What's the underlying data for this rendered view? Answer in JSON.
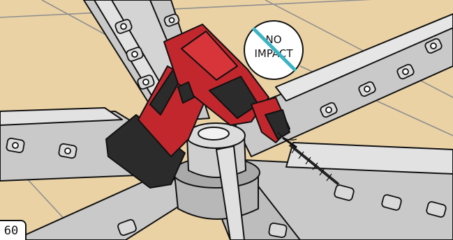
{
  "illustration": {
    "subject": "cordless-drill-driving-screw-into-chair-base",
    "step_number": "60",
    "warning": {
      "line1": "NO",
      "line2": "IMPACT",
      "strike_color": "#3bb3c3"
    },
    "colors": {
      "floor": "#ead2a5",
      "metal": "#c9c9c9",
      "metal_light": "#e2e2e2",
      "metal_dark": "#a6a6a6",
      "drill_red": "#c1272d",
      "drill_dark": "#7e1418",
      "drill_black": "#2b2b2b",
      "outline": "#111111"
    }
  }
}
